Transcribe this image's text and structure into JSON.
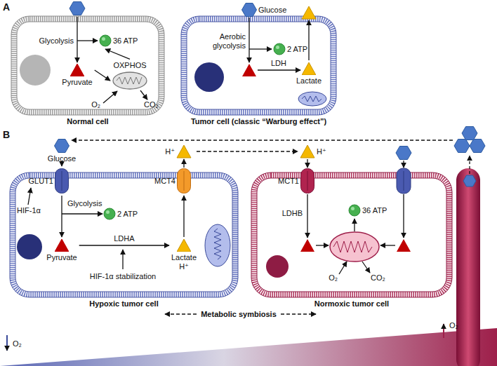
{
  "diagram": {
    "nodes": [
      {
        "text": [
          "Normal cell"
        ]
      },
      {
        "text": [
          "Tumor cell (classic “Warburg effect”)"
        ]
      },
      {
        "text": [
          "Hypoxic tumor cell"
        ]
      },
      {
        "text": [
          "Normoxic tumor cell"
        ]
      },
      {
        "text": [
          "Pyruvate"
        ],
        "in": 0
      },
      {
        "text": [
          "36 ATP"
        ],
        "in": 0
      },
      {
        "text": [
          "OXPHOS"
        ],
        "in": 0
      },
      {
        "text": [
          "Glucose"
        ]
      },
      {
        "text": [
          "2 ATP"
        ],
        "in": 1
      },
      {
        "text": [
          "Lactate"
        ],
        "in": 1
      },
      {
        "text": [
          "Glucose"
        ]
      },
      {
        "text": [
          "GLUT1"
        ],
        "in": 2
      },
      {
        "text": [
          "2 ATP"
        ],
        "in": 2
      },
      {
        "text": [
          "Pyruvate"
        ],
        "in": 2
      },
      {
        "text": [
          "Lactate",
          "H⁺"
        ],
        "in": 2
      },
      {
        "text": [
          "MCT4"
        ],
        "in": 2
      },
      {
        "text": [
          "MCT1"
        ],
        "in": 3
      },
      {
        "text": [
          "36 ATP"
        ],
        "in": 3
      }
    ],
    "edges": [
      {
        "from": 4,
        "to": 6,
        "arrow": "to"
      },
      {
        "from": 6,
        "to": 5,
        "arrow": "to"
      },
      {
        "from": 10,
        "to": 11,
        "arrow": "to"
      },
      {
        "from": 11,
        "to": 13,
        "arrow": "to"
      },
      {
        "from": 13,
        "to": 14,
        "label": "LDHA",
        "arrow": "to"
      },
      {
        "from": 14,
        "to": 15,
        "arrow": "to"
      }
    ],
    "labels": [
      "A",
      "Glycolysis",
      "O₂",
      "CO₂",
      "Aerobic glycolysis",
      "LDH",
      "B",
      "HIF-1α",
      "Glycolysis",
      "HIF-1α stabilization",
      "H⁺",
      "H⁺",
      "LDHB",
      "O₂",
      "CO₂",
      "Metabolic symbiosis",
      "O₂",
      "O₂"
    ]
  }
}
